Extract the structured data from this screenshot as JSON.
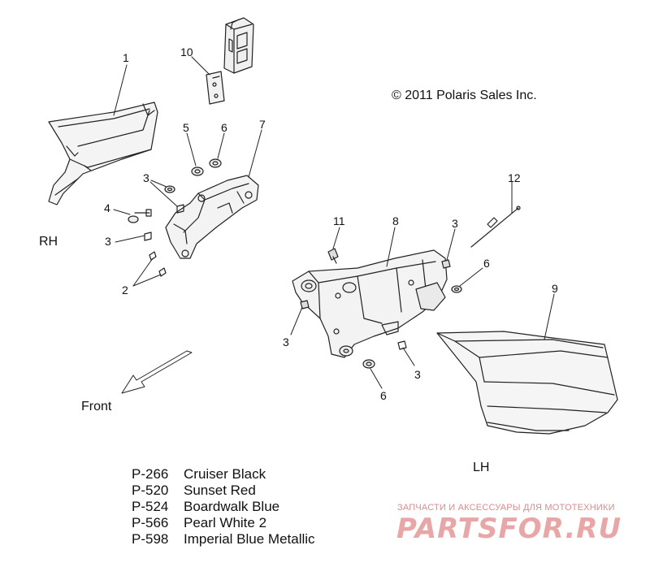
{
  "copyright": "© 2011 Polaris Sales Inc.",
  "sides": {
    "rh": "RH",
    "lh": "LH"
  },
  "front_label": "Front",
  "callouts": [
    "1",
    "10",
    "5",
    "6",
    "7",
    "3",
    "4",
    "3",
    "2",
    "11",
    "8",
    "3",
    "12",
    "6",
    "9",
    "3",
    "3",
    "6"
  ],
  "legend": [
    {
      "code": "P-266",
      "name": "Cruiser Black"
    },
    {
      "code": "P-520",
      "name": "Sunset Red"
    },
    {
      "code": "P-524",
      "name": "Boardwalk Blue"
    },
    {
      "code": "P-566",
      "name": "Pearl White 2"
    },
    {
      "code": "P-598",
      "name": "Imperial Blue Metallic"
    }
  ],
  "watermark": {
    "tagline": "ЗАПЧАСТИ И АКСЕССУАРЫ ДЛЯ МОТОТЕХНИКИ",
    "brand": "PARTSFOR.RU",
    "color": "#e8a6a6"
  }
}
